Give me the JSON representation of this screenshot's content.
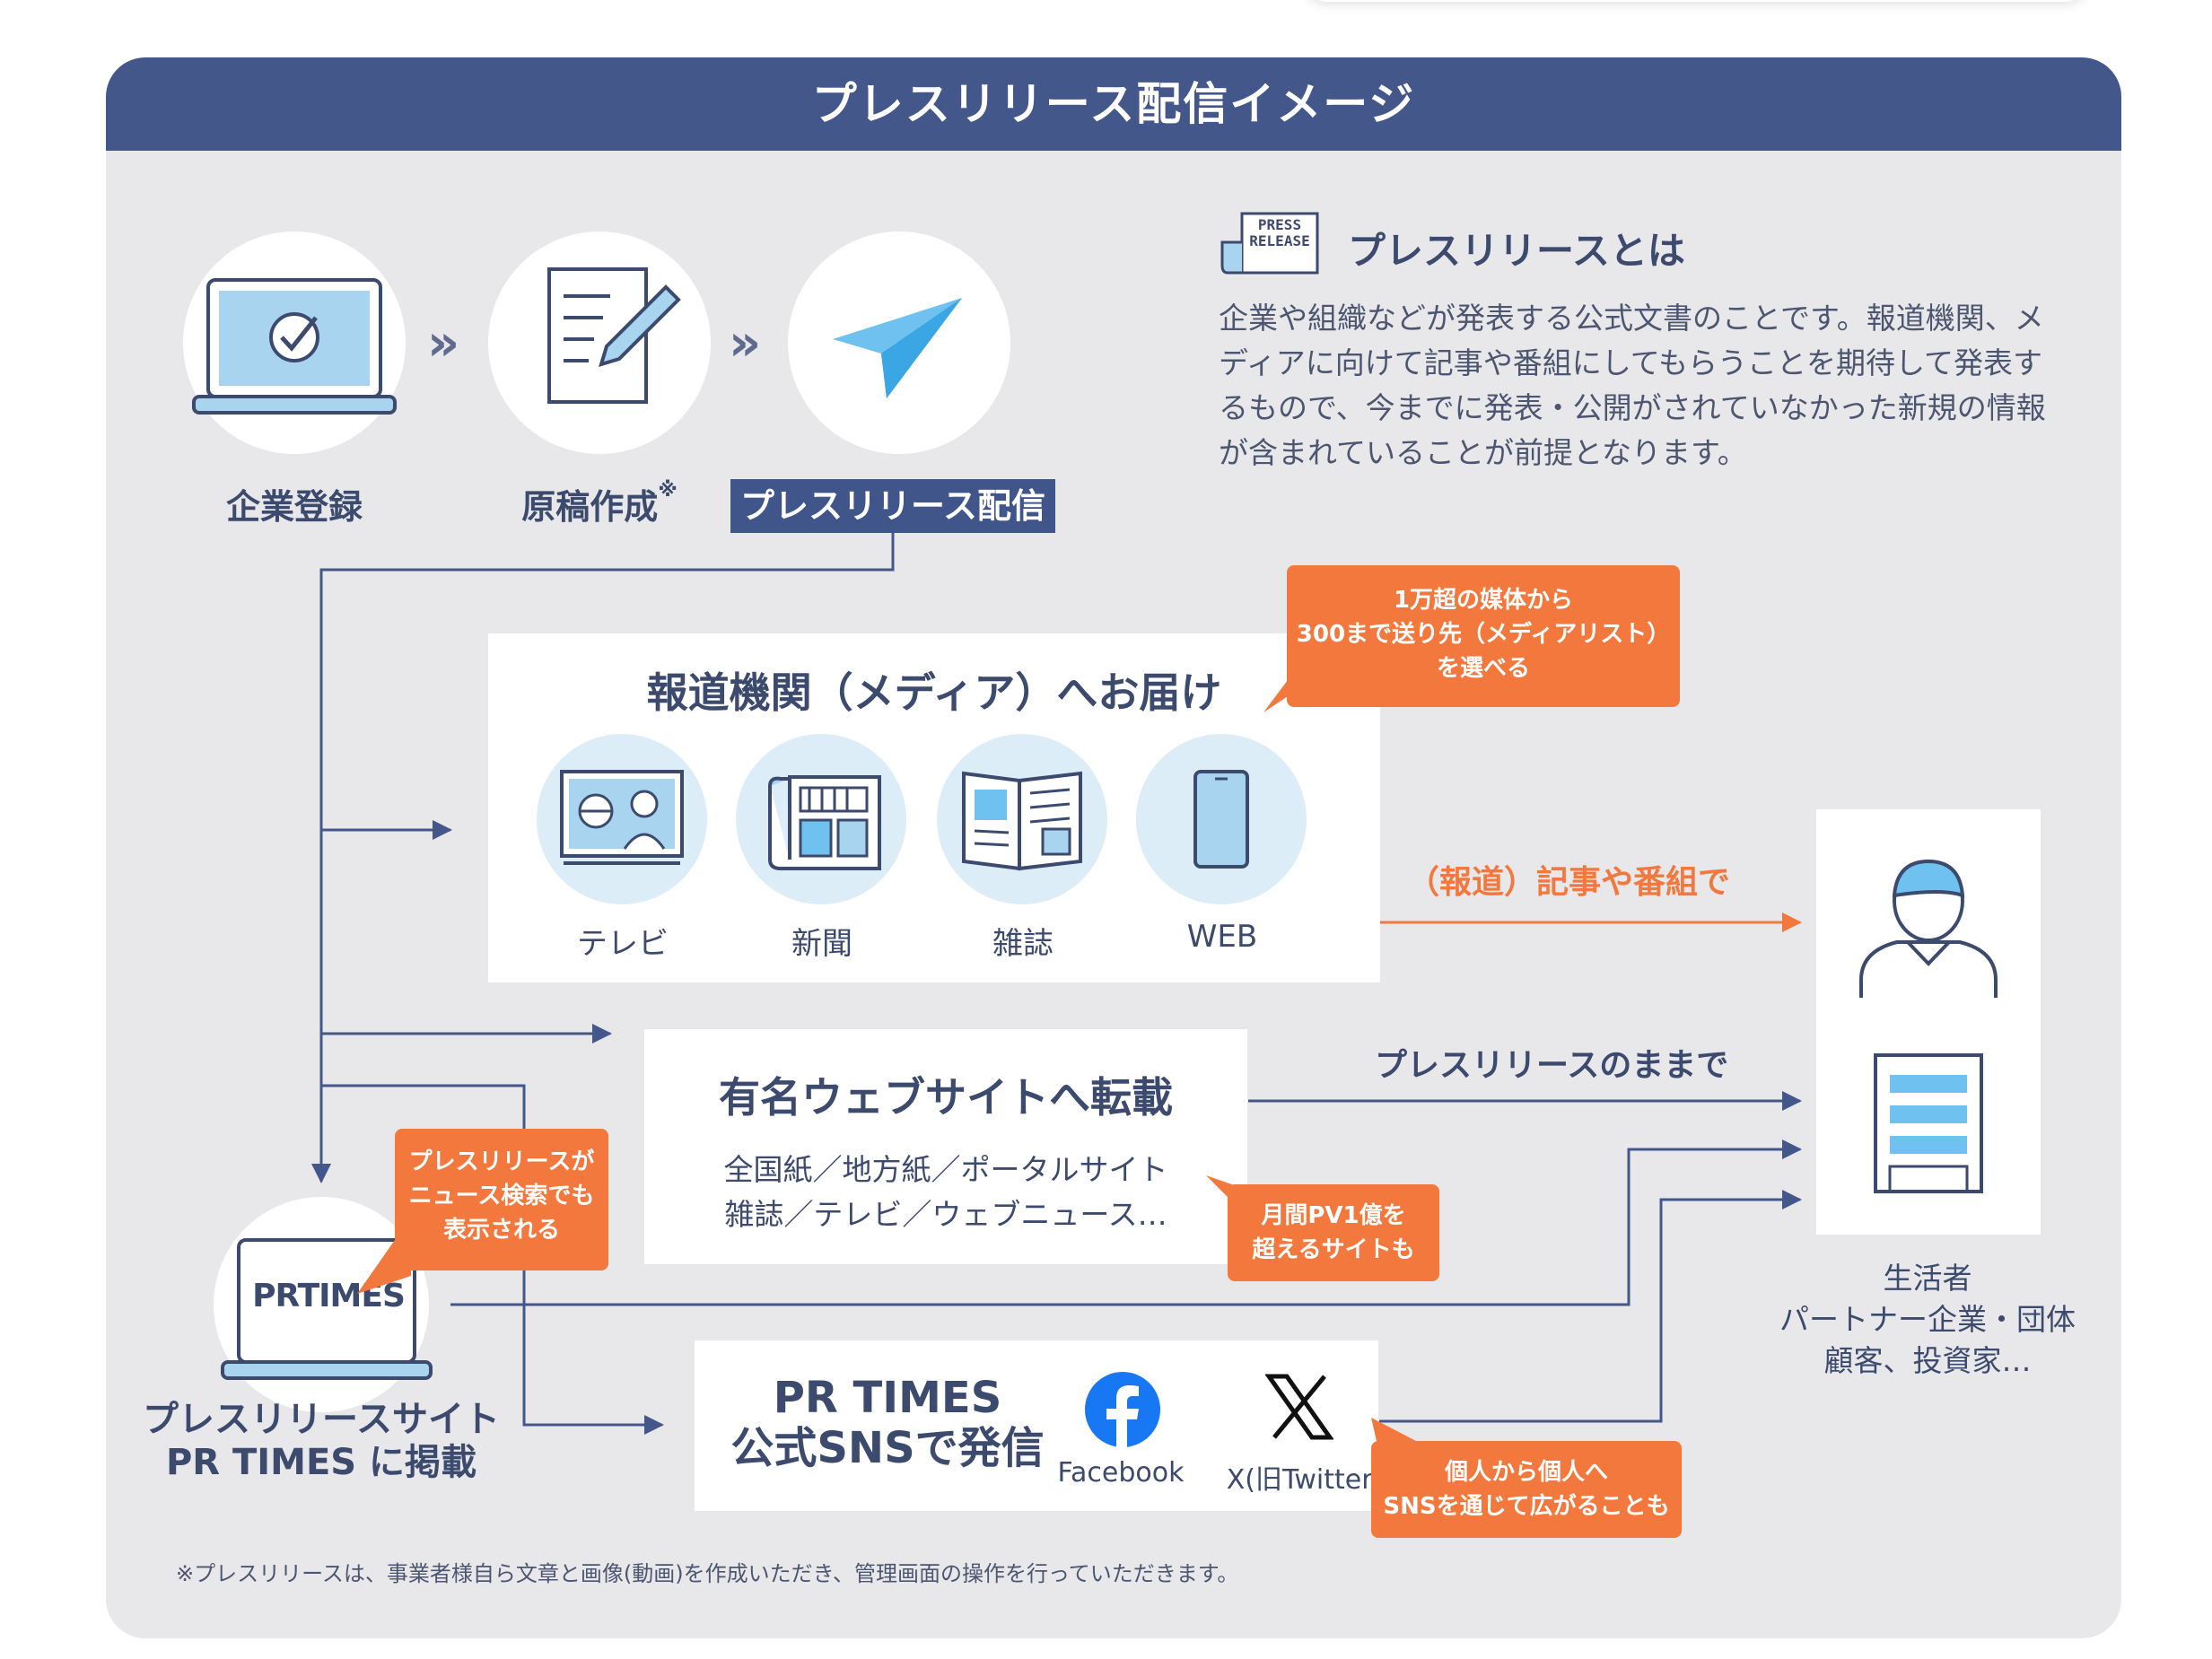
{
  "title": "プレスリリース配信イメージ",
  "steps": [
    {
      "label": "企業登録",
      "icon": "laptop-check-icon"
    },
    {
      "label": "原稿作成",
      "note_mark": "※",
      "icon": "document-pen-icon"
    },
    {
      "label": "プレスリリース配信",
      "icon": "paper-plane-icon"
    }
  ],
  "about": {
    "icon_text_1": "PRESS",
    "icon_text_2": "RELEASE",
    "heading": "プレスリリースとは",
    "lines": [
      "企業や組織などが発表する公式文書のことです。報道機関、メ",
      "ディアに向けて記事や番組にしてもらうことを期待して発表す",
      "るもので、今までに発表・公開がされていなかった新規の情報",
      "が含まれていることが前提となります。"
    ]
  },
  "media": {
    "title": "報道機関（メディア）へお届け",
    "items": [
      "テレビ",
      "新聞",
      "雑誌",
      "WEB"
    ],
    "callout": [
      "1万超の媒体から",
      "300まで送り先（メディアリスト）",
      "を選べる"
    ],
    "arrow_label": "（報道）記事や番組で"
  },
  "web": {
    "title": "有名ウェブサイトへ転載",
    "line1": "全国紙／地方紙／ポータルサイト",
    "line2": "雑誌／テレビ／ウェブニュース…",
    "callout": [
      "月間PV1億を",
      "超えるサイトも"
    ],
    "arrow_label": "プレスリリースのままで"
  },
  "prtimes": {
    "logo": "PRTIMES",
    "caption1": "プレスリリースサイト",
    "caption2": "PR TIMES に掲載",
    "callout": [
      "プレスリリースが",
      "ニュース検索でも",
      "表示される"
    ]
  },
  "sns": {
    "title1": "PR TIMES",
    "title2": "公式SNSで発信",
    "facebook": "Facebook",
    "x": "X(旧Twitter)",
    "callout": [
      "個人から個人へ",
      "SNSを通じて広がることも"
    ]
  },
  "audience": [
    "生活者",
    "パートナー企業・団体",
    "顧客、投資家…"
  ],
  "footnote": "※プレスリリースは、事業者様自ら文章と画像(動画)を作成いただき、管理画面の操作を行っていただきます。",
  "colors": {
    "navy": "#43578a",
    "orange": "#f2783d",
    "light_blue": "#dcedf8",
    "panel": "#e8e8ea"
  }
}
